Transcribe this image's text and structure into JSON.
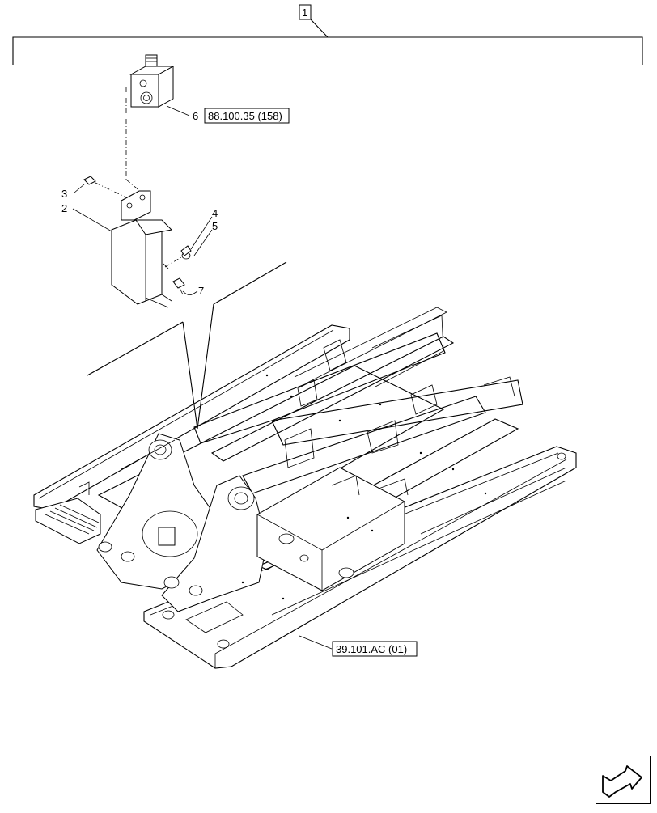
{
  "diagram": {
    "assembly_ref": "1",
    "callouts": {
      "c2": "2",
      "c3": "3",
      "c4": "4",
      "c5": "5",
      "c6": "6",
      "c7": "7"
    },
    "references": {
      "valve_ref": "88.100.35 (158)",
      "frame_ref": "39.101.AC (01)"
    }
  },
  "nav": {
    "icon": "next-page-arrow-icon"
  }
}
